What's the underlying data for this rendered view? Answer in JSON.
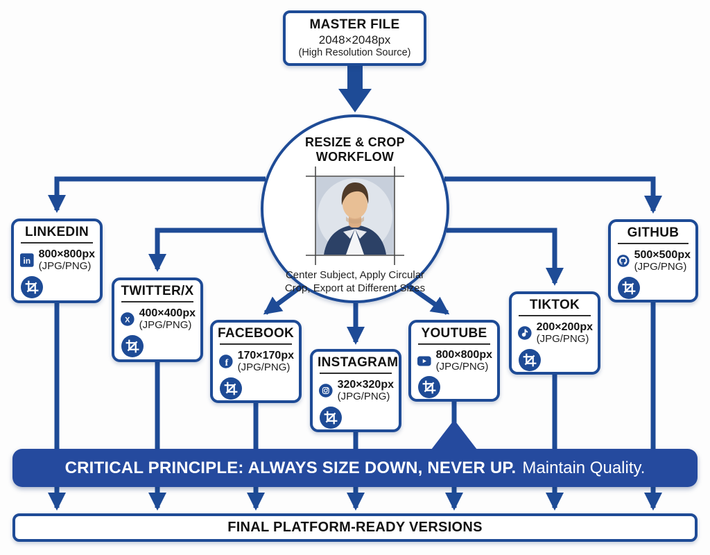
{
  "master": {
    "title": "MASTER FILE",
    "size": "2048×2048px",
    "subtitle": "(High Resolution Source)"
  },
  "workflow": {
    "title_line1": "RESIZE & CROP",
    "title_line2": "WORKFLOW",
    "photo": "professional-headshot-photo",
    "caption": "Center Subject, Apply Circular Crop, Export at Different Sizes"
  },
  "platforms": [
    {
      "name": "LINKEDIN",
      "size": "800×800px",
      "format": "(JPG/PNG)",
      "icon": "linkedin-icon"
    },
    {
      "name": "TWITTER/X",
      "size": "400×400px",
      "format": "(JPG/PNG)",
      "icon": "twitter-x-icon"
    },
    {
      "name": "FACEBOOK",
      "size": "170×170px",
      "format": "(JPG/PNG)",
      "icon": "facebook-icon"
    },
    {
      "name": "INSTAGRAM",
      "size": "320×320px",
      "format": "(JPG/PNG)",
      "icon": "instagram-icon"
    },
    {
      "name": "YOUTUBE",
      "size": "800×800px",
      "format": "(JPG/PNG)",
      "icon": "youtube-icon"
    },
    {
      "name": "TIKTOK",
      "size": "200×200px",
      "format": "(JPG/PNG)",
      "icon": "tiktok-icon"
    },
    {
      "name": "GITHUB",
      "size": "500×500px",
      "format": "(JPG/PNG)",
      "icon": "github-icon"
    }
  ],
  "crop_icon": "crop-tool-icon",
  "banner": {
    "bold_text": "CRITICAL PRINCIPLE: ALWAYS SIZE DOWN, NEVER UP.",
    "regular_text": "Maintain Quality."
  },
  "footer": {
    "title": "FINAL PLATFORM-READY VERSIONS"
  },
  "colors": {
    "navy": "#1e4b96",
    "banner_fill": "#254a9e",
    "background": "#fdfdfd"
  }
}
